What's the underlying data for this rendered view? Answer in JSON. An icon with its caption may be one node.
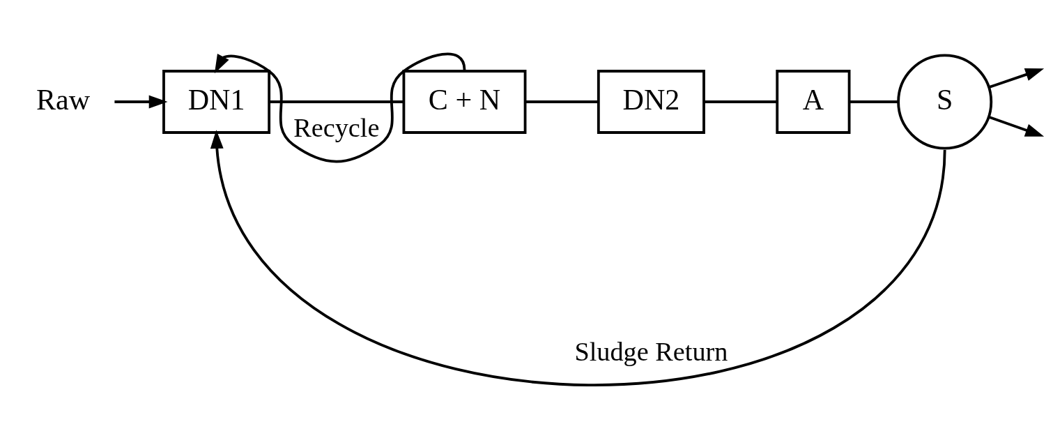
{
  "diagram": {
    "nodes": [
      {
        "text": [
          "Raw"
        ]
      },
      {
        "text": [
          "DN1"
        ]
      },
      {
        "text": [
          "C + N"
        ]
      },
      {
        "text": [
          "DN2"
        ]
      },
      {
        "text": [
          "A"
        ]
      },
      {
        "text": [
          "S"
        ]
      }
    ],
    "edges": [
      {
        "from": 0,
        "to": 1,
        "arrow": "to"
      },
      {
        "from": 1,
        "to": 2,
        "arrow": "none"
      },
      {
        "from": 2,
        "to": 3,
        "arrow": "none"
      },
      {
        "from": 3,
        "to": 4,
        "arrow": "none"
      },
      {
        "from": 4,
        "to": 5,
        "arrow": "none"
      },
      {
        "from": 5,
        "to": null,
        "arrow": "to"
      },
      {
        "from": 2,
        "to": 1,
        "arrow": "to",
        "label": "Recycle"
      },
      {
        "from": 5,
        "to": 1,
        "arrow": "to",
        "label": "Sludge Return"
      },
      {
        "from": 5,
        "to": null,
        "arrow": "to"
      }
    ]
  }
}
